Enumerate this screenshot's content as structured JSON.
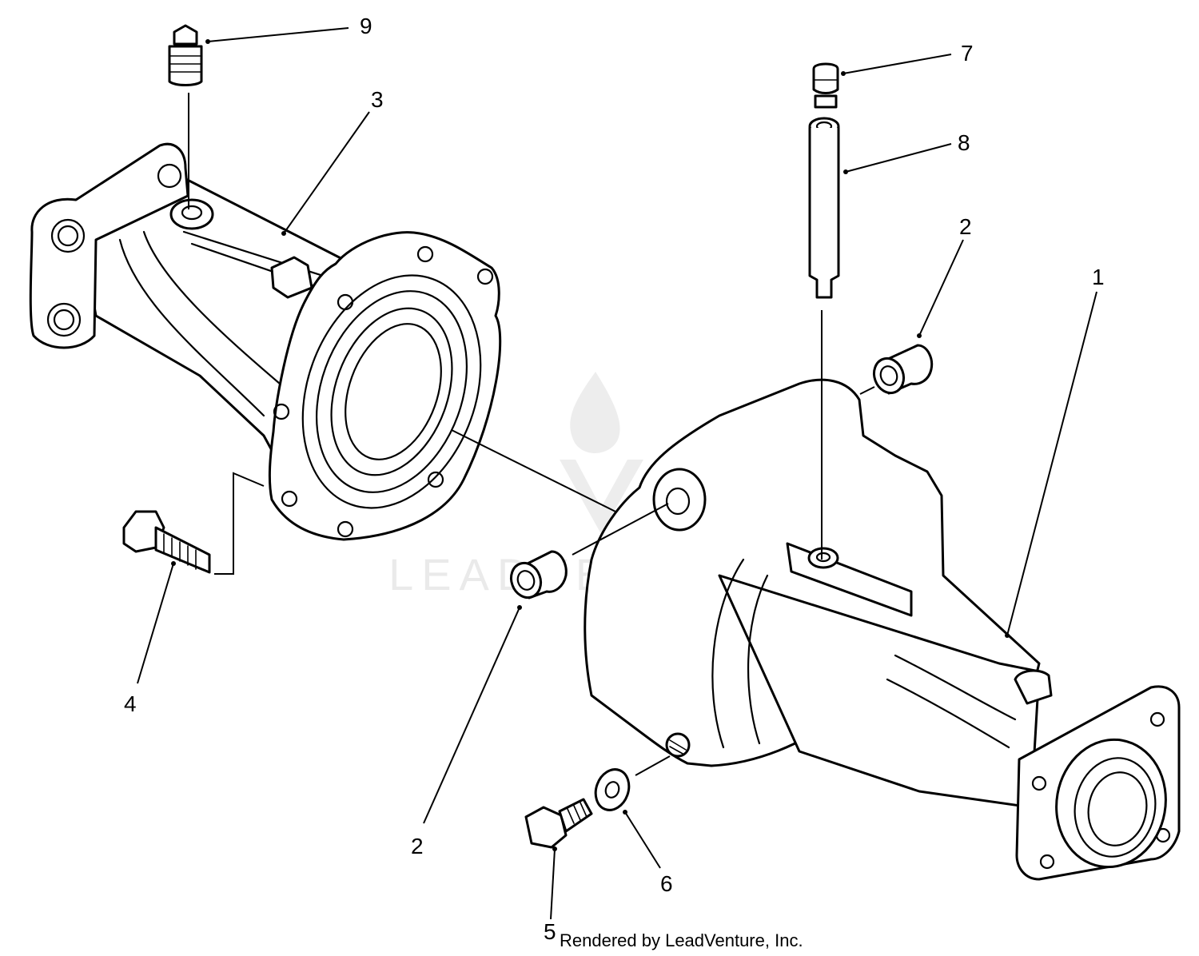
{
  "diagram": {
    "callouts": [
      {
        "label": "9"
      },
      {
        "label": "3"
      },
      {
        "label": "7"
      },
      {
        "label": "8"
      },
      {
        "label": "2"
      },
      {
        "label": "1"
      },
      {
        "label": "4"
      },
      {
        "label": "2"
      },
      {
        "label": "6"
      },
      {
        "label": "5"
      }
    ],
    "credit": "Rendered by LeadVenture, Inc.",
    "watermark": "LEADVENTURE"
  }
}
